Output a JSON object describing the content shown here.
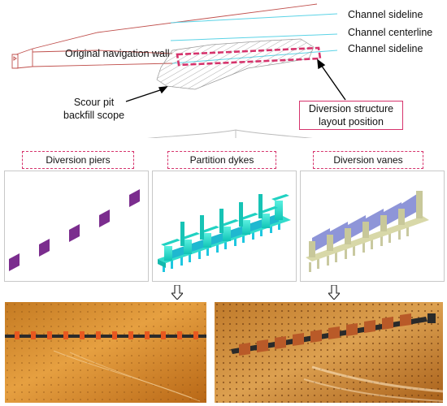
{
  "labels": {
    "channel_sideline_top": "Channel sideline",
    "channel_centerline": "Channel centerline",
    "channel_sideline_bottom": "Channel sideline",
    "original_navigation_wall": "Original navigation wall",
    "scour_pit_line1": "Scour pit",
    "scour_pit_line2": "backfill scope",
    "diversion_line1": "Diversion structure",
    "diversion_line2": "layout position"
  },
  "categories": {
    "piers": "Diversion piers",
    "dykes": "Partition dykes",
    "vanes": "Diversion vanes"
  },
  "colors": {
    "highlight": "#d6336c",
    "channel_line": "#5bd3e6",
    "wall_line": "#c0504d",
    "pier_fill": "#7b2d8e",
    "dyke_fill": "#1fd6c8",
    "vane_fill": "#8e95d8"
  }
}
